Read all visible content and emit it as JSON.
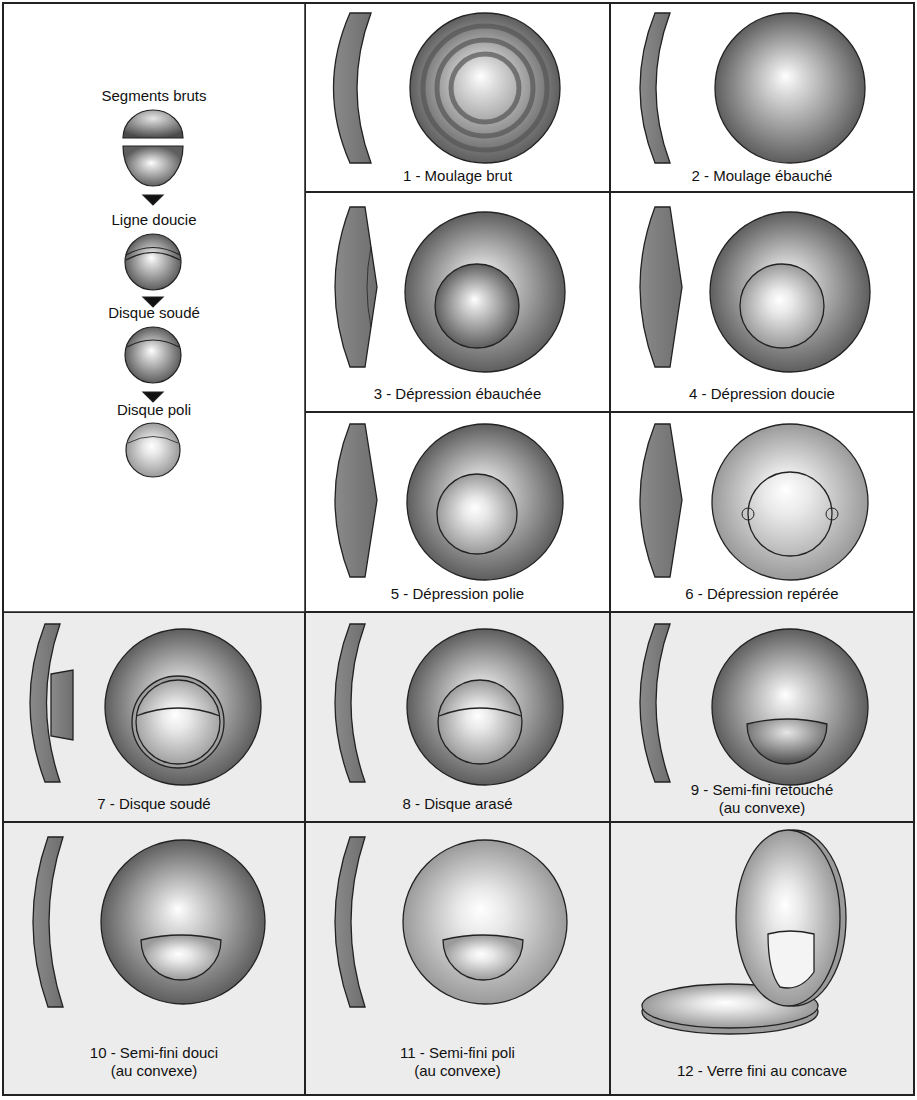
{
  "diagram": {
    "nodes": [
      {
        "text": [
          "1 - Moulage brut"
        ]
      },
      {
        "text": [
          "2 - Moulage ébauché"
        ]
      },
      {
        "text": [
          "3 - Dépression ébauchée"
        ]
      },
      {
        "text": [
          "4 - Dépression doucie"
        ]
      },
      {
        "text": [
          "5 - Dépression polie"
        ]
      },
      {
        "text": [
          "6 - Dépression repérée"
        ]
      },
      {
        "text": [
          "7 - Disque soudé"
        ]
      },
      {
        "text": [
          "8 - Disque arasé"
        ]
      },
      {
        "text": [
          "9 - Semi-fini retouché (au convexe)"
        ]
      },
      {
        "text": [
          "10 - Semi-fini douci (au convexe)"
        ]
      },
      {
        "text": [
          "11 - Semi-fini poli (au convexe)"
        ]
      },
      {
        "text": [
          "12 - Verre fini au concave"
        ]
      }
    ],
    "labels": [
      "Segments bruts",
      "Ligne doucie",
      "Disque soudé",
      "Disque poli"
    ]
  }
}
